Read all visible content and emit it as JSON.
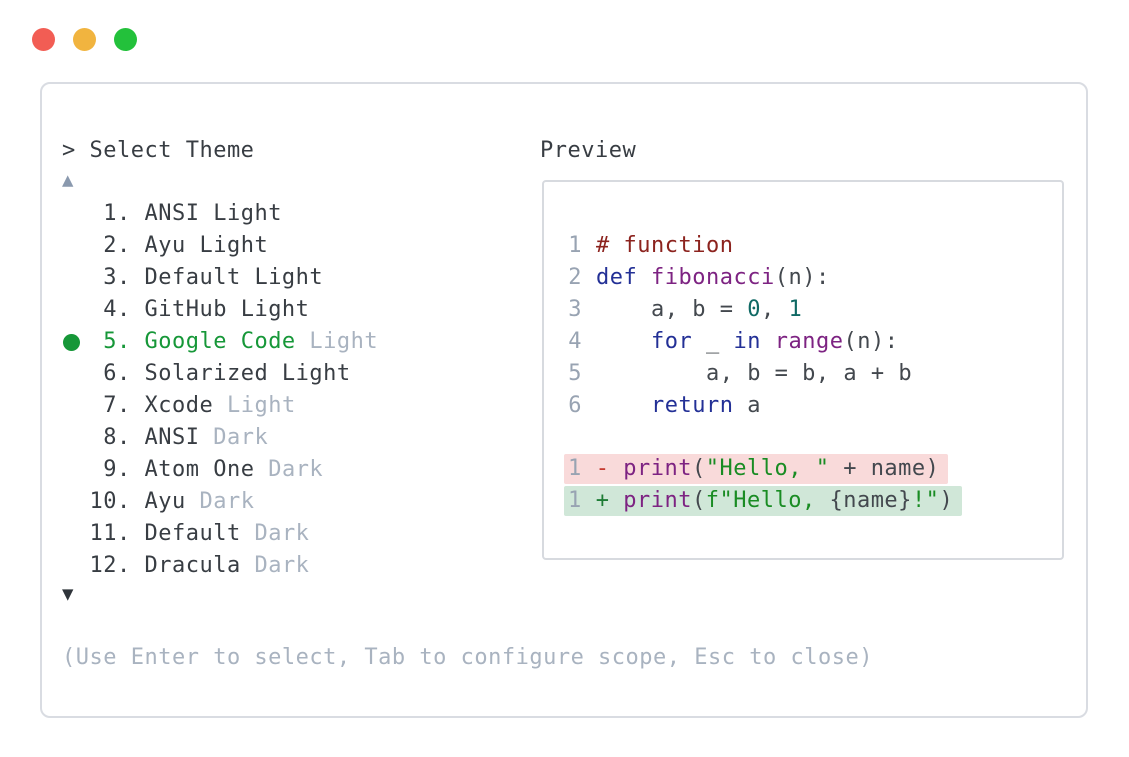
{
  "window": {
    "controls": [
      {
        "name": "close",
        "color": "#f25d54"
      },
      {
        "name": "minimize",
        "color": "#f1b43f"
      },
      {
        "name": "maximize",
        "color": "#23c13b"
      }
    ]
  },
  "selector": {
    "prompt": "> Select Theme",
    "scroll_up_icon": "▲",
    "scroll_down_icon": "▼",
    "items": [
      {
        "num": "1",
        "name": "ANSI Light",
        "variant": "",
        "selected": false
      },
      {
        "num": "2",
        "name": "Ayu Light",
        "variant": "",
        "selected": false
      },
      {
        "num": "3",
        "name": "Default Light",
        "variant": "",
        "selected": false
      },
      {
        "num": "4",
        "name": "GitHub Light",
        "variant": "",
        "selected": false
      },
      {
        "num": "5",
        "name": "Google Code",
        "variant": "Light",
        "selected": true
      },
      {
        "num": "6",
        "name": "Solarized Light",
        "variant": "",
        "selected": false
      },
      {
        "num": "7",
        "name": "Xcode",
        "variant": "Light",
        "selected": false
      },
      {
        "num": "8",
        "name": "ANSI",
        "variant": "Dark",
        "selected": false
      },
      {
        "num": "9",
        "name": "Atom One",
        "variant": "Dark",
        "selected": false
      },
      {
        "num": "10",
        "name": "Ayu",
        "variant": "Dark",
        "selected": false
      },
      {
        "num": "11",
        "name": "Default",
        "variant": "Dark",
        "selected": false
      },
      {
        "num": "12",
        "name": "Dracula",
        "variant": "Dark",
        "selected": false
      }
    ],
    "hint": "(Use Enter to select, Tab to configure scope, Esc to close)"
  },
  "preview": {
    "title": "Preview",
    "code_lines": [
      {
        "num": "1",
        "tokens": [
          {
            "t": "# function",
            "c": "com"
          }
        ]
      },
      {
        "num": "2",
        "tokens": [
          {
            "t": "def",
            "c": "kwd"
          },
          {
            "t": " ",
            "c": "pln"
          },
          {
            "t": "fibonacci",
            "c": "typ"
          },
          {
            "t": "(n):",
            "c": "pln"
          }
        ]
      },
      {
        "num": "3",
        "tokens": [
          {
            "t": "    a, b = ",
            "c": "pln"
          },
          {
            "t": "0",
            "c": "lit"
          },
          {
            "t": ", ",
            "c": "pln"
          },
          {
            "t": "1",
            "c": "lit"
          }
        ]
      },
      {
        "num": "4",
        "tokens": [
          {
            "t": "    ",
            "c": "pln"
          },
          {
            "t": "for",
            "c": "kwd"
          },
          {
            "t": " _ ",
            "c": "pln"
          },
          {
            "t": "in",
            "c": "kwd"
          },
          {
            "t": " ",
            "c": "pln"
          },
          {
            "t": "range",
            "c": "typ"
          },
          {
            "t": "(n):",
            "c": "pln"
          }
        ]
      },
      {
        "num": "5",
        "tokens": [
          {
            "t": "        a, b = b, a + b",
            "c": "pln"
          }
        ]
      },
      {
        "num": "6",
        "tokens": [
          {
            "t": "    ",
            "c": "pln"
          },
          {
            "t": "return",
            "c": "kwd"
          },
          {
            "t": " a",
            "c": "pln"
          }
        ]
      }
    ],
    "diff_lines": [
      {
        "num": "1",
        "kind": "removed",
        "tokens": [
          {
            "t": "- ",
            "c": "rem"
          },
          {
            "t": "print",
            "c": "typ"
          },
          {
            "t": "(",
            "c": "pln"
          },
          {
            "t": "\"Hello, \"",
            "c": "str"
          },
          {
            "t": " + name)",
            "c": "pln"
          }
        ]
      },
      {
        "num": "1",
        "kind": "added",
        "tokens": [
          {
            "t": "+ ",
            "c": "add"
          },
          {
            "t": "print",
            "c": "typ"
          },
          {
            "t": "(",
            "c": "pln"
          },
          {
            "t": "f\"Hello, ",
            "c": "str"
          },
          {
            "t": "{name}",
            "c": "pln"
          },
          {
            "t": "!\"",
            "c": "str"
          },
          {
            "t": ")",
            "c": "pln"
          }
        ]
      }
    ]
  },
  "colors": {
    "selected_green": "#169738",
    "item_text": "#383d43",
    "muted": "#a9b3c0",
    "line_number": "#98a3b2",
    "up_arrow": "#8a99ae",
    "down_arrow": "#2f343a",
    "diff_removed_bg": "#f9dada",
    "diff_added_bg": "#d0e7d8",
    "tokens": {
      "com": "#8c231e",
      "kwd": "#233096",
      "typ": "#7d2382",
      "lit": "#0f6964",
      "str": "#198c23",
      "pln": "#43484e",
      "rem": "#c63a30",
      "add": "#1d7c35"
    }
  }
}
